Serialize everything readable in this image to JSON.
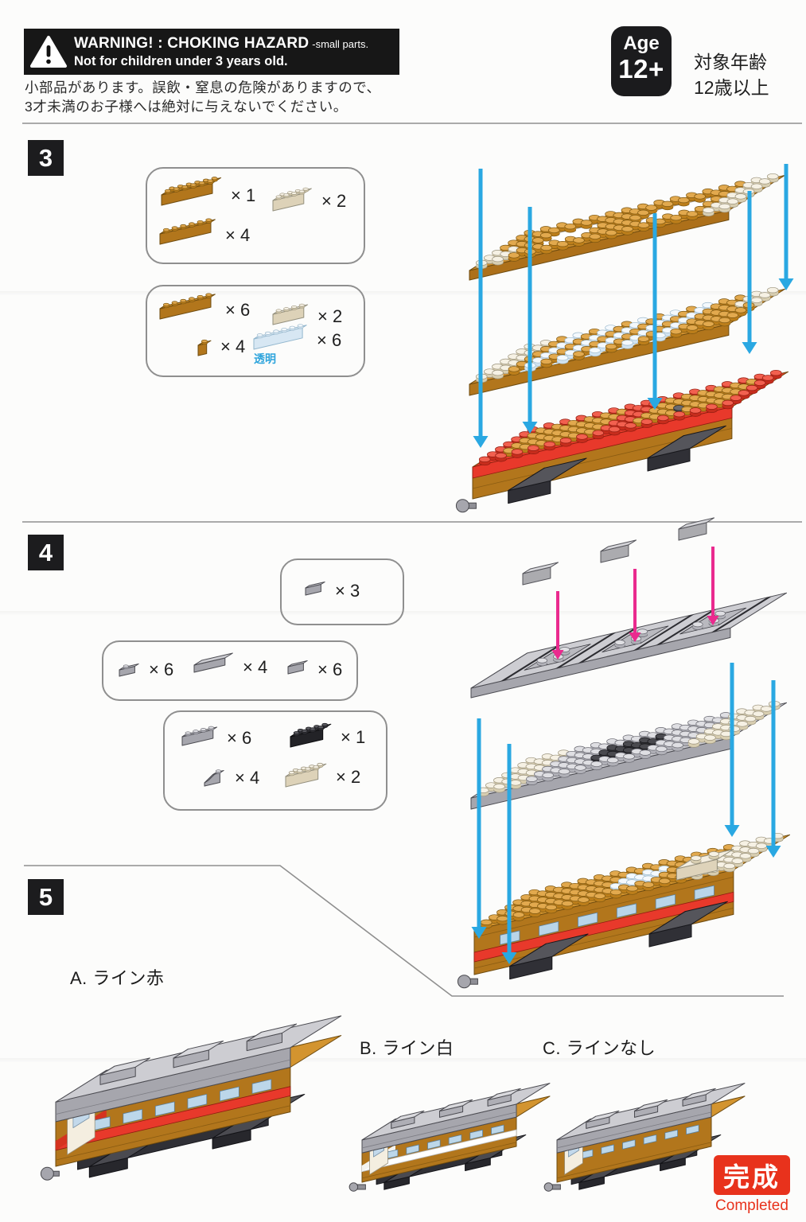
{
  "header": {
    "warning_title": "WARNING! : CHOKING HAZARD",
    "warning_suffix": "-small parts.",
    "warning_line2": "Not for children under 3 years old.",
    "jp_warning_1": "小部品があります。誤飲・窒息の危険がありますので、",
    "jp_warning_2": "3才未満のお子様へは絶対に与えないでください。",
    "age_label": "Age",
    "age_value": "12+",
    "age_jp_1": "対象年齢",
    "age_jp_2": "12歳以上"
  },
  "step3": {
    "number": "3",
    "box1": {
      "items": [
        {
          "part": "brown 2x6 brick",
          "qty": "× 1"
        },
        {
          "part": "white 2x4 brick",
          "qty": "× 2"
        },
        {
          "part": "brown 1x6 brick",
          "qty": "× 4"
        }
      ]
    },
    "box2": {
      "items": [
        {
          "part": "brown 1x6 brick",
          "qty": "× 6"
        },
        {
          "part": "cream 1x4 brick",
          "qty": "× 2"
        },
        {
          "part": "brown 1x1 brick",
          "qty": "× 4"
        },
        {
          "part": "clear 1x6 brick",
          "qty": "× 6",
          "note": "透明"
        }
      ]
    }
  },
  "step4": {
    "number": "4",
    "box1": {
      "items": [
        {
          "part": "gray 1x2 tile",
          "qty": "× 3"
        }
      ]
    },
    "box2": {
      "items": [
        {
          "part": "gray 1x2 plate with stud",
          "qty": "× 6"
        },
        {
          "part": "gray 2x4 tile",
          "qty": "× 4"
        },
        {
          "part": "gray 1x2 tile",
          "qty": "× 6"
        }
      ]
    },
    "box3": {
      "items": [
        {
          "part": "gray 1x4 brick",
          "qty": "× 6"
        },
        {
          "part": "black 2x4 brick",
          "qty": "× 1"
        },
        {
          "part": "gray 1x2 slope",
          "qty": "× 4"
        },
        {
          "part": "cream 2x4 brick",
          "qty": "× 2"
        }
      ]
    }
  },
  "step5": {
    "number": "5",
    "variants": [
      {
        "label": "A. ライン赤"
      },
      {
        "label": "B. ライン白"
      },
      {
        "label": "C. ラインなし"
      }
    ]
  },
  "completed": {
    "jp": "完成",
    "en": "Completed"
  },
  "colors": {
    "arrow_blue": "#2aa8e2",
    "arrow_pink": "#ea2a8e",
    "completed_red": "#e8321c",
    "transparent_note": "#2ea4dc",
    "brick_brown": "#b5781e",
    "brick_red": "#e8392b"
  }
}
